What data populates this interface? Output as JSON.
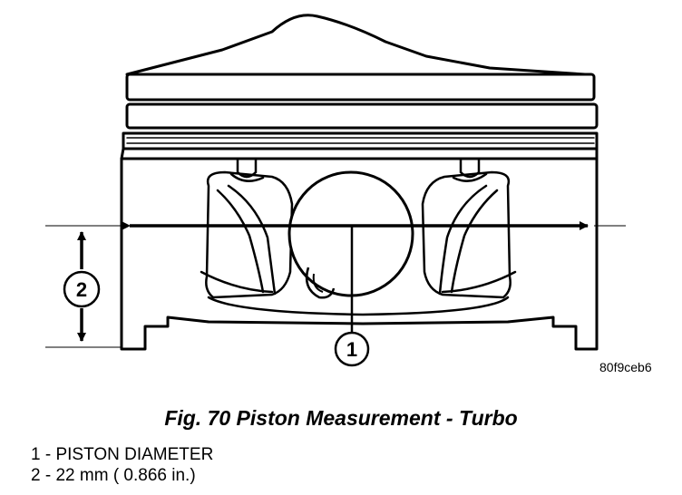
{
  "figure": {
    "id": "80f9ceb6",
    "caption": "Fig. 70 Piston Measurement - Turbo"
  },
  "callouts": [
    {
      "number": "1",
      "text": "PISTON DIAMETER"
    },
    {
      "number": "2",
      "text": "22 mm ( 0.866 in.)"
    }
  ],
  "legend_separator": " - "
}
